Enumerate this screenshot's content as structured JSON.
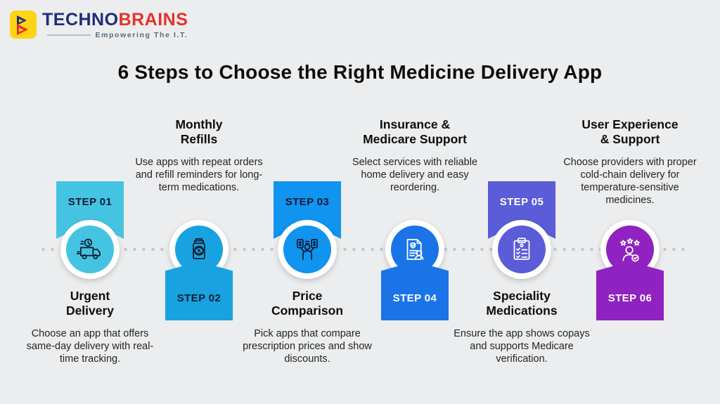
{
  "brand": {
    "name_part1": "TECHNO",
    "name_part2": "BRAINS",
    "tagline": "Empowering The I.T."
  },
  "title": "6 Steps to Choose the Right Medicine Delivery App",
  "colors": {
    "background": "#ECEDEE",
    "timeline_dot": "#C6C8C9",
    "logo_navy": "#1F2D7B",
    "logo_red": "#E6312B",
    "logo_yellow": "#FFD414"
  },
  "steps": [
    {
      "label": "STEP 01",
      "title_lines": [
        "Urgent",
        "Delivery"
      ],
      "description": "Choose an app that offers same-day delivery with real-time tracking.",
      "accent": "#45C4E2",
      "label_color": "#0E1B33",
      "icon": "delivery-truck-clock-icon",
      "text_position": "bottom"
    },
    {
      "label": "STEP 02",
      "title_lines": [
        "Monthly",
        "Refills"
      ],
      "description": "Use apps with repeat orders and refill reminders for long-term medications.",
      "accent": "#18A3E0",
      "label_color": "#0E1B33",
      "icon": "medicine-bottle-refill-icon",
      "text_position": "top"
    },
    {
      "label": "STEP 03",
      "title_lines": [
        "Price",
        "Comparison"
      ],
      "description": "Pick apps that compare prescription prices and show discounts.",
      "accent": "#1193F0",
      "label_color": "#0E1B33",
      "icon": "price-comparison-icon",
      "text_position": "bottom"
    },
    {
      "label": "STEP 04",
      "title_lines": [
        "Insurance &",
        "Medicare Support"
      ],
      "description": "Select services with reliable home delivery and easy reordering.",
      "accent": "#1A74E8",
      "label_color": "#FFFFFF",
      "icon": "insurance-document-icon",
      "text_position": "top"
    },
    {
      "label": "STEP 05",
      "title_lines": [
        "Speciality",
        "Medications"
      ],
      "description": "Ensure the app shows copays and supports Medicare verification.",
      "accent": "#5A5CD8",
      "label_color": "#FFFFFF",
      "icon": "checklist-clipboard-icon",
      "text_position": "bottom"
    },
    {
      "label": "STEP 06",
      "title_lines": [
        "User Experience",
        "& Support"
      ],
      "description": "Choose providers with proper cold-chain delivery for temperature-sensitive medicines.",
      "accent": "#8F22C0",
      "label_color": "#FFFFFF",
      "icon": "user-rating-icon",
      "text_position": "top"
    }
  ]
}
